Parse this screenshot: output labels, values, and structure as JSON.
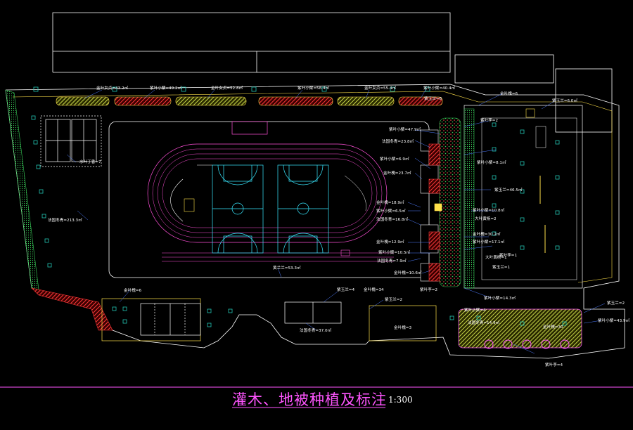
{
  "drawing": {
    "title": "灌木、地被种植及标注",
    "scale": "1:300",
    "colors": {
      "background": "#000000",
      "boundary": "#ffffff",
      "building": "#ffffff",
      "hatch": "#ff3b3b",
      "track": "#ff4fd8",
      "court": "#38e8ff",
      "yellow": "#ffe14a",
      "green": "#39d15a",
      "magenta": "#ff55ff",
      "leader": "#4f7cff",
      "tree": "#22c6b5"
    }
  },
  "labels": {
    "top_1": "金叶女贞=43.2㎡",
    "top_2": "紫叶小檗=49.2㎡",
    "top_3": "金叶女贞=52.8㎡",
    "top_4": "紫叶小檗=58.4㎡",
    "top_5": "金叶女贞=55.4㎡",
    "top_6": "紫叶小檗=40.4㎡",
    "top_7": "紫玉兰=8",
    "top_8": "金叶槐=6",
    "top_9": "紫玉兰=6.0㎡",
    "left_1": "水叶丁香=7",
    "left_2": "法国冬青=213.3㎡",
    "center_1": "紫叶小檗=47.9㎡",
    "center_2": "法国冬青=23.8㎡",
    "center_3": "紫叶小檗=6.9㎡",
    "center_4": "金叶槐=23.7㎡",
    "center_5": "金叶槐=18.9㎡",
    "center_6": "紫叶小檗=6.5㎡",
    "center_7": "法国冬青=16.8㎡",
    "center_8": "金叶槐=12.9㎡",
    "center_9": "紫叶小檗=10.5㎡",
    "center_10": "法国冬青=7.9㎡",
    "center_11": "金叶槐=10.6㎡",
    "right_1": "紫叶李=2",
    "right_2": "紫叶小檗=8.1㎡",
    "right_3": "紫玉兰=46.5㎡",
    "right_4": "紫叶小檗=10.8㎡",
    "right_5": "大叶黄杨=2",
    "right_6": "金叶槐=30.2㎡",
    "right_7": "紫叶小檗=17.1㎡",
    "right_8": "紫叶李=1",
    "right_9": "大叶黄杨=1",
    "right_10": "紫玉兰=1",
    "right_11": "紫叶小檗=14.3㎡",
    "bottom_1": "黄兰兰=53.3㎡",
    "bottom_2": "金叶槐=6",
    "bottom_3": "紫玉兰=4",
    "bottom_4": "金叶槐=34",
    "bottom_5": "紫叶李=2",
    "bottom_6": "紫玉兰=2",
    "bottom_7": "法国冬青=37.0㎡",
    "bottom_8": "金叶槐=3",
    "bottom_9": "紫叶小檗=4",
    "bottom_10": "法国冬青=14.9㎡",
    "bottom_11": "金叶槐=30",
    "bottom_12": "紫玉兰=2",
    "bottom_13": "紫叶小檗=43.9㎡",
    "bottom_14": "紫叶李=4"
  }
}
